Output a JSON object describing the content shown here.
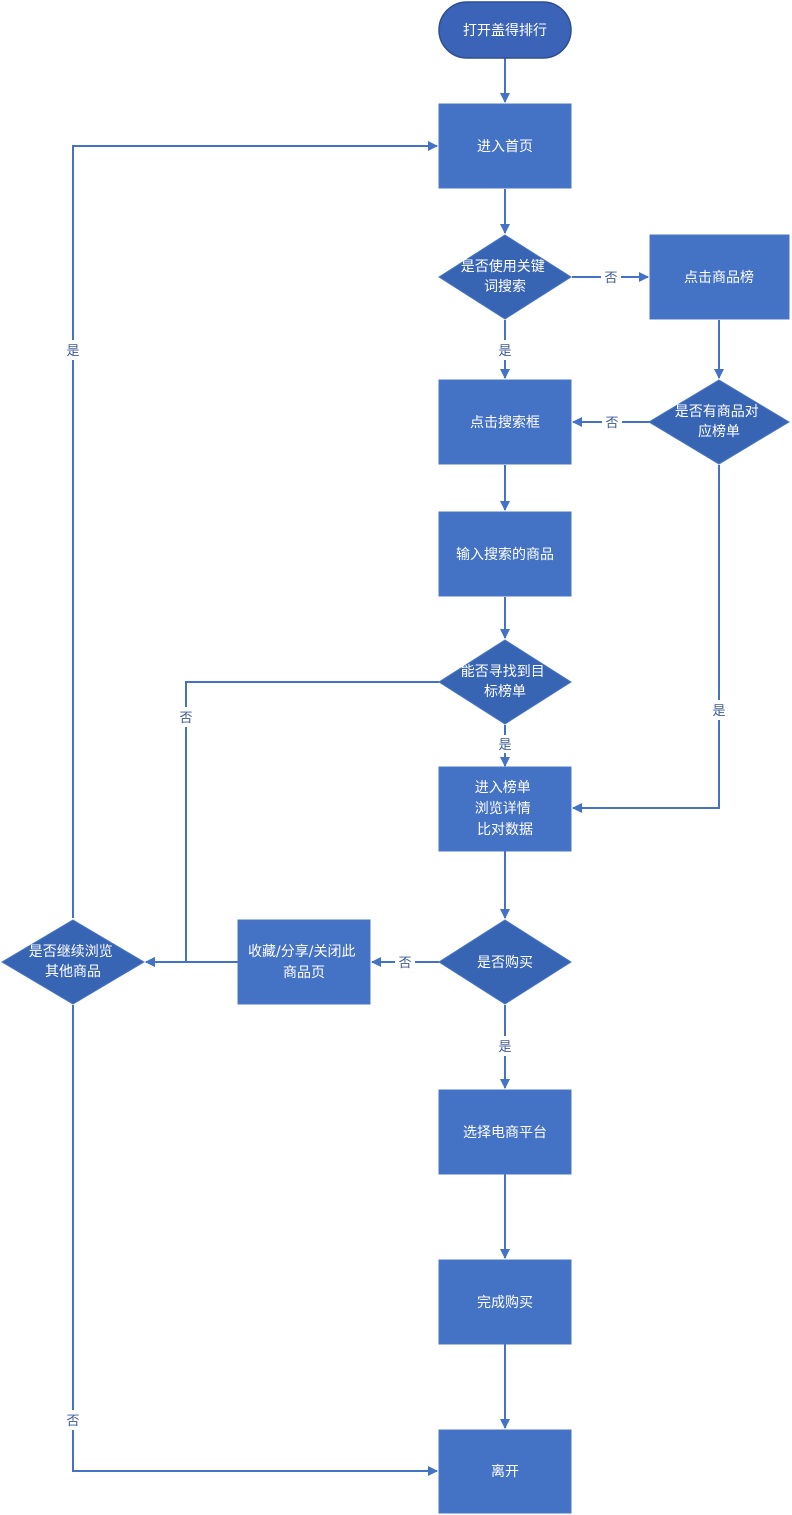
{
  "nodes": {
    "open_app": [
      "打开盖得排行"
    ],
    "enter_home": [
      "进入首页"
    ],
    "use_keyword": [
      "是否使用关键",
      "词搜索"
    ],
    "click_product_rank": [
      "点击商品榜"
    ],
    "has_product_list": [
      "是否有商品对",
      "应榜单"
    ],
    "click_search_box": [
      "点击搜索框"
    ],
    "input_search": [
      "输入搜索的商品"
    ],
    "find_target_list": [
      "能否寻找到目",
      "标榜单"
    ],
    "enter_list": [
      "进入榜单",
      "浏览详情",
      "比对数据"
    ],
    "buy_decision": [
      "是否购买"
    ],
    "collect_share_close": [
      "收藏/分享/关闭此",
      "商品页"
    ],
    "continue_browse": [
      "是否继续浏览",
      "其他商品"
    ],
    "choose_platform": [
      "选择电商平台"
    ],
    "complete_purchase": [
      "完成购买"
    ],
    "leave": [
      "离开"
    ]
  },
  "edge_labels": {
    "yes": "是",
    "no": "否"
  },
  "colors": {
    "box": "#4472C4",
    "diamond": "#3864B4",
    "start": "#3b63b8",
    "line": "#4472C4",
    "text": "#ffffff",
    "label": "#3d5a99"
  }
}
